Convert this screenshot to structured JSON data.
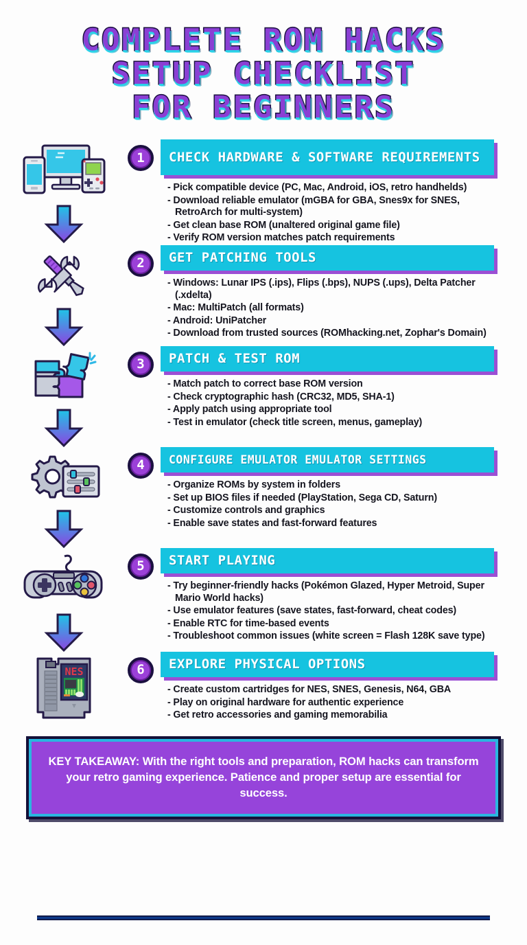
{
  "title": {
    "line1": "COMPLETE ROM HACKS",
    "line2": "SETUP CHECKLIST",
    "line3": "FOR BEGINNERS"
  },
  "colors": {
    "title_fill": "#8b3fd4",
    "title_outline": "#1b1040",
    "title_glow": "#2ad2e8",
    "header_bar": "#16c3e0",
    "header_shadow": "#9b4fd4",
    "badge_fill": "#9b40d8",
    "badge_border": "#1b1040",
    "body_text": "#15151f",
    "takeaway_fill": "#9644da",
    "takeaway_border_inner": "#2ab6e0",
    "takeaway_border_outer": "#141038",
    "background": "#fdfdfd",
    "arrow_gradient_top": "#1fc4e6",
    "arrow_gradient_bottom": "#8b46e0"
  },
  "steps": [
    {
      "number": "1",
      "icon": "devices-icon",
      "heading": "CHECK HARDWARE & SOFTWARE REQUIREMENTS",
      "bullets": [
        "- Pick compatible device (PC, Mac, Android, iOS, retro handhelds)",
        "- Download reliable emulator (mGBA for GBA, Snes9x for SNES, RetroArch for multi-system)",
        "- Get clean base ROM (unaltered original game file)",
        "- Verify ROM version matches patch requirements"
      ]
    },
    {
      "number": "2",
      "icon": "tools-icon",
      "heading": "GET PATCHING TOOLS",
      "bullets": [
        "- Windows: Lunar IPS (.ips), Flips (.bps), NUPS (.ups), Delta Patcher (.xdelta)",
        "- Mac: MultiPatch (all formats)",
        "- Android: UniPatcher",
        "- Download from trusted sources (ROMhacking.net, Zophar's Domain)"
      ]
    },
    {
      "number": "3",
      "icon": "puzzle-icon",
      "heading": "PATCH & TEST ROM",
      "bullets": [
        "- Match patch to correct base ROM version",
        "- Check cryptographic hash (CRC32, MD5, SHA-1)",
        "- Apply patch using appropriate tool",
        "- Test in emulator (check title screen, menus, gameplay)"
      ]
    },
    {
      "number": "4",
      "icon": "settings-gear-icon",
      "heading": "CONFIGURE EMULATOR EMULATOR SETTINGS",
      "bullets": [
        "- Organize ROMs by system in folders",
        "- Set up BIOS files if needed (PlayStation, Sega CD, Saturn)",
        "- Customize controls and graphics",
        "- Enable save states and fast-forward features"
      ]
    },
    {
      "number": "5",
      "icon": "game-controller-icon",
      "heading": "START PLAYING",
      "bullets": [
        "- Try beginner-friendly hacks (Pokémon Glazed, Hyper Metroid, Super Mario World hacks)",
        "- Use emulator features (save states, fast-forward, cheat codes)",
        "- Enable RTC for time-based events",
        "- Troubleshoot common issues (white screen = Flash 128K save type)"
      ]
    },
    {
      "number": "6",
      "icon": "nes-cartridge-icon",
      "heading": "EXPLORE PHYSICAL OPTIONS",
      "bullets": [
        "- Create custom cartridges for NES, SNES, Genesis, N64, GBA",
        "- Play on original hardware for authentic experience",
        "- Get retro accessories and gaming memorabilia"
      ]
    }
  ],
  "takeaway": {
    "text": "KEY TAKEAWAY: With the right tools and preparation, ROM hacks can transform your retro gaming experience. Patience and proper setup are essential for success."
  }
}
